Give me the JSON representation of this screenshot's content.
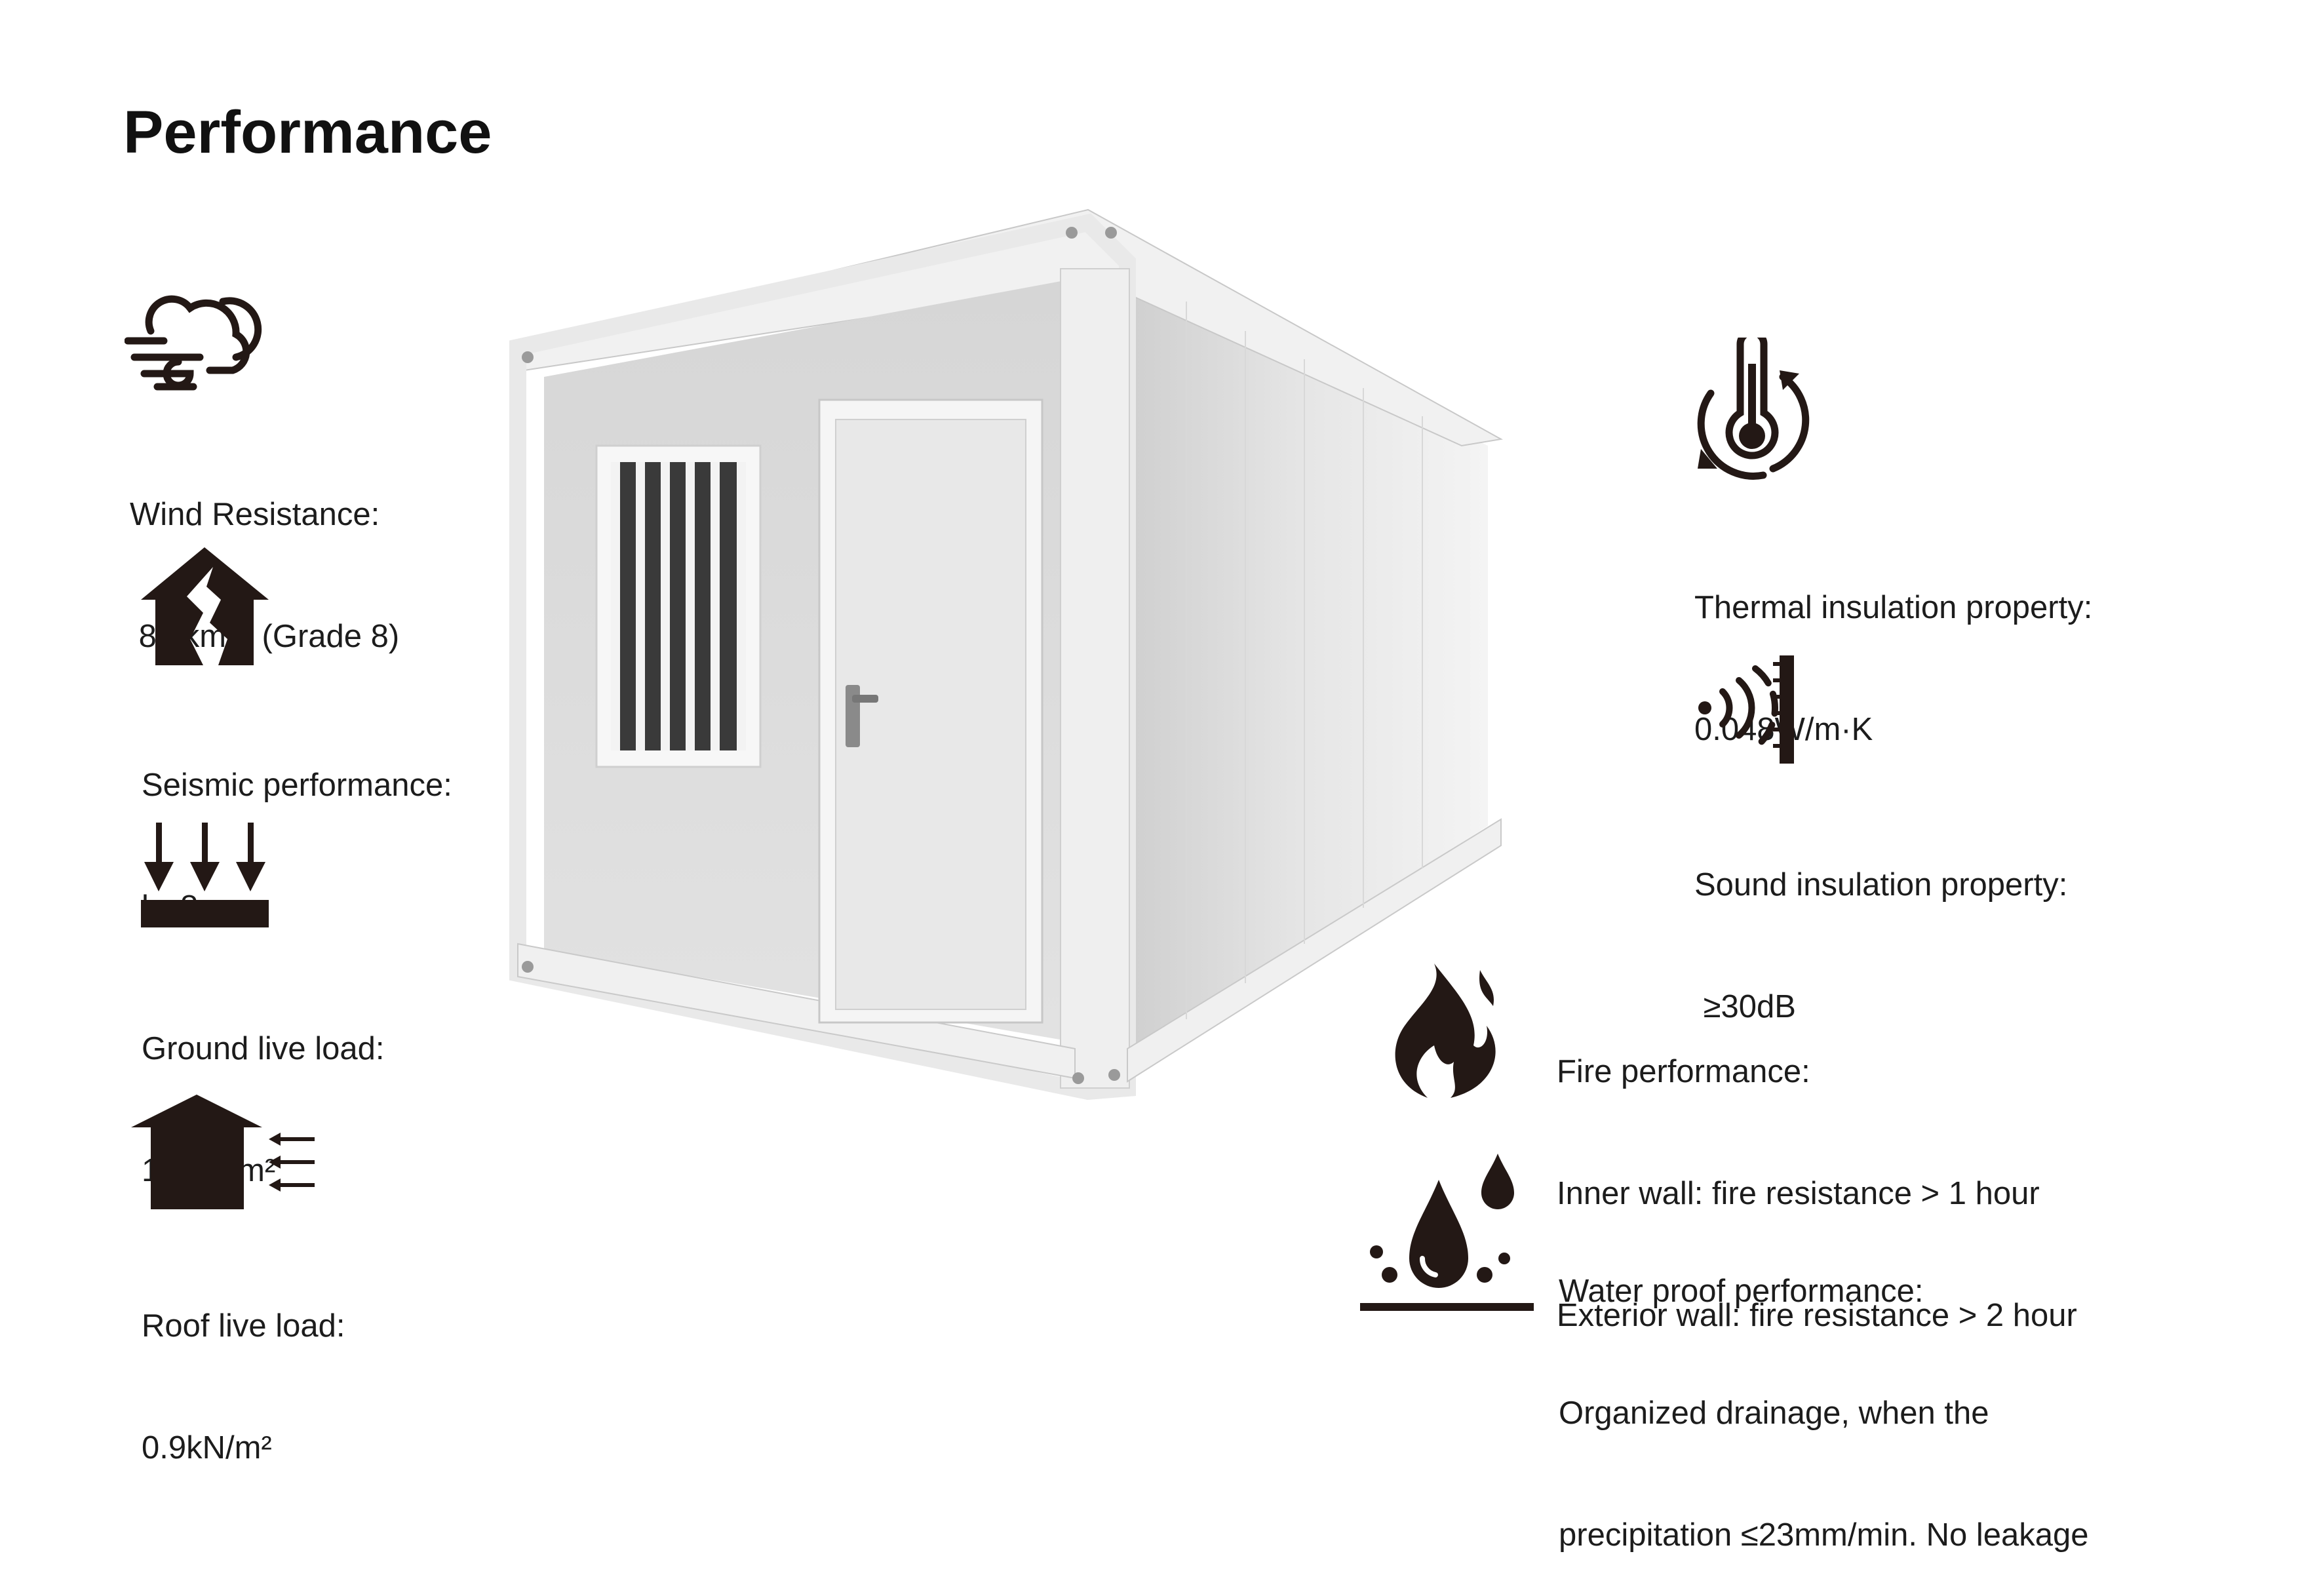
{
  "title": "Performance",
  "features": {
    "wind": {
      "icon": "wind-cloud-icon",
      "line1": "Wind Resistance:",
      "line2": " 80 km/h (Grade 8)"
    },
    "seismic": {
      "icon": "earthquake-house-icon",
      "line1": "Seismic performance:",
      "line2": "lv. 8"
    },
    "ground": {
      "icon": "ground-load-arrows-icon",
      "line1": "Ground live load:",
      "line2": "150kg/m²"
    },
    "roof": {
      "icon": "roof-load-house-icon",
      "line1": "Roof live load:",
      "line2": "0.9kN/m²"
    },
    "thermal": {
      "icon": "thermometer-cycle-icon",
      "line1": "Thermal insulation property:",
      "line2": "0.048W/m·K"
    },
    "sound": {
      "icon": "sound-wall-icon",
      "line1": "Sound insulation property:",
      "line2": " ≥30dB"
    },
    "fire": {
      "icon": "flame-icon",
      "line1": "Fire performance:",
      "line2": "Inner wall: fire resistance > 1 hour",
      "line3": "Exterior wall: fire resistance > 2 hour"
    },
    "water": {
      "icon": "water-drops-icon",
      "line1": "Water proof performance:",
      "line2": "Organized drainage, when the",
      "line3": "precipitation ≤23mm/min. No leakage"
    }
  },
  "colors": {
    "icon": "#231815",
    "text": "#1c1c1c",
    "panel": "#dcdcdc",
    "frame": "#f2f2f2"
  }
}
